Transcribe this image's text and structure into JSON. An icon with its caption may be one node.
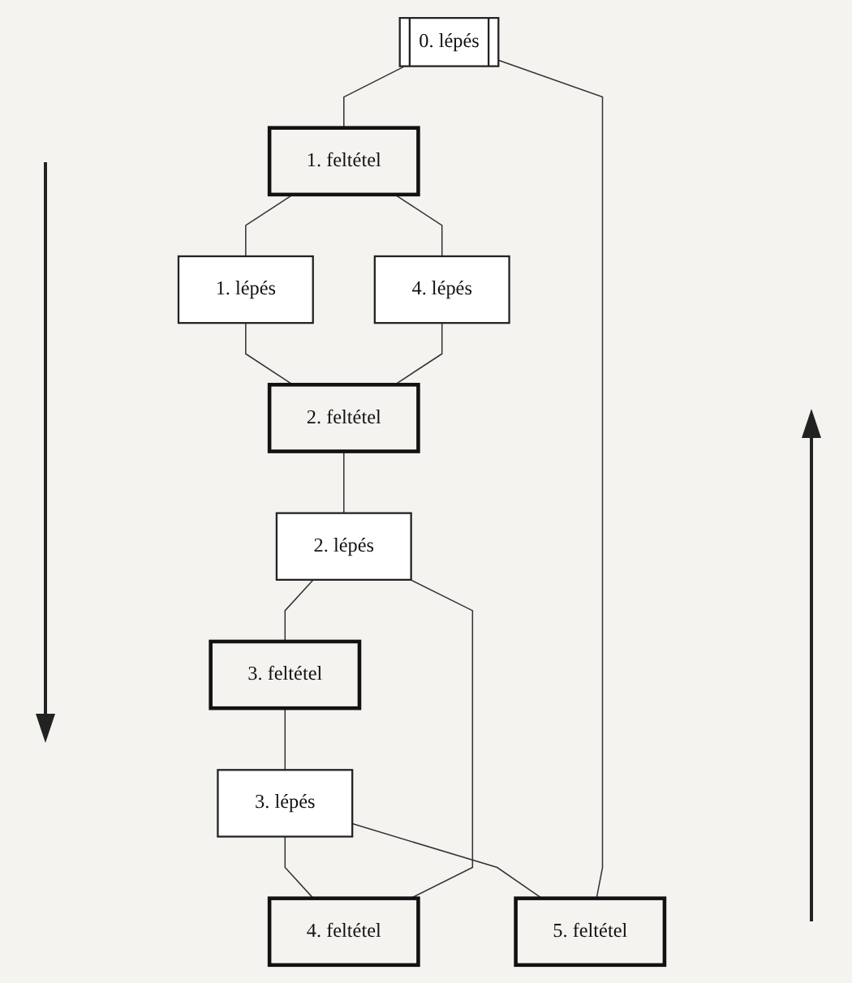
{
  "diagram": {
    "nodes": [
      {
        "text": [
          "0. lépés"
        ]
      },
      {
        "text": [
          "1. feltétel"
        ]
      },
      {
        "text": [
          "1. lépés"
        ]
      },
      {
        "text": [
          "4. lépés"
        ]
      },
      {
        "text": [
          "2. feltétel"
        ]
      },
      {
        "text": [
          "2. lépés"
        ]
      },
      {
        "text": [
          "3. feltétel"
        ]
      },
      {
        "text": [
          "4. feltétel"
        ]
      },
      {
        "text": [
          "3. lépés"
        ]
      },
      {
        "text": [
          "5. feltétel"
        ]
      }
    ],
    "edges": [
      {
        "from": 0,
        "to": 1,
        "arrow": "none"
      },
      {
        "from": 1,
        "to": 2,
        "arrow": "none"
      },
      {
        "from": 1,
        "to": 3,
        "arrow": "none"
      },
      {
        "from": 2,
        "to": 4,
        "arrow": "none"
      },
      {
        "from": 3,
        "to": 4,
        "arrow": "none"
      },
      {
        "from": 4,
        "to": 5,
        "arrow": "none"
      },
      {
        "from": 5,
        "to": 6,
        "arrow": "none"
      },
      {
        "from": 6,
        "to": 8,
        "arrow": "none"
      },
      {
        "from": 8,
        "to": 7,
        "arrow": "none"
      },
      {
        "from": 7,
        "to": 5,
        "arrow": "none"
      },
      {
        "from": 8,
        "to": 9,
        "arrow": "none"
      },
      {
        "from": 9,
        "to": 0,
        "arrow": "none"
      }
    ]
  }
}
